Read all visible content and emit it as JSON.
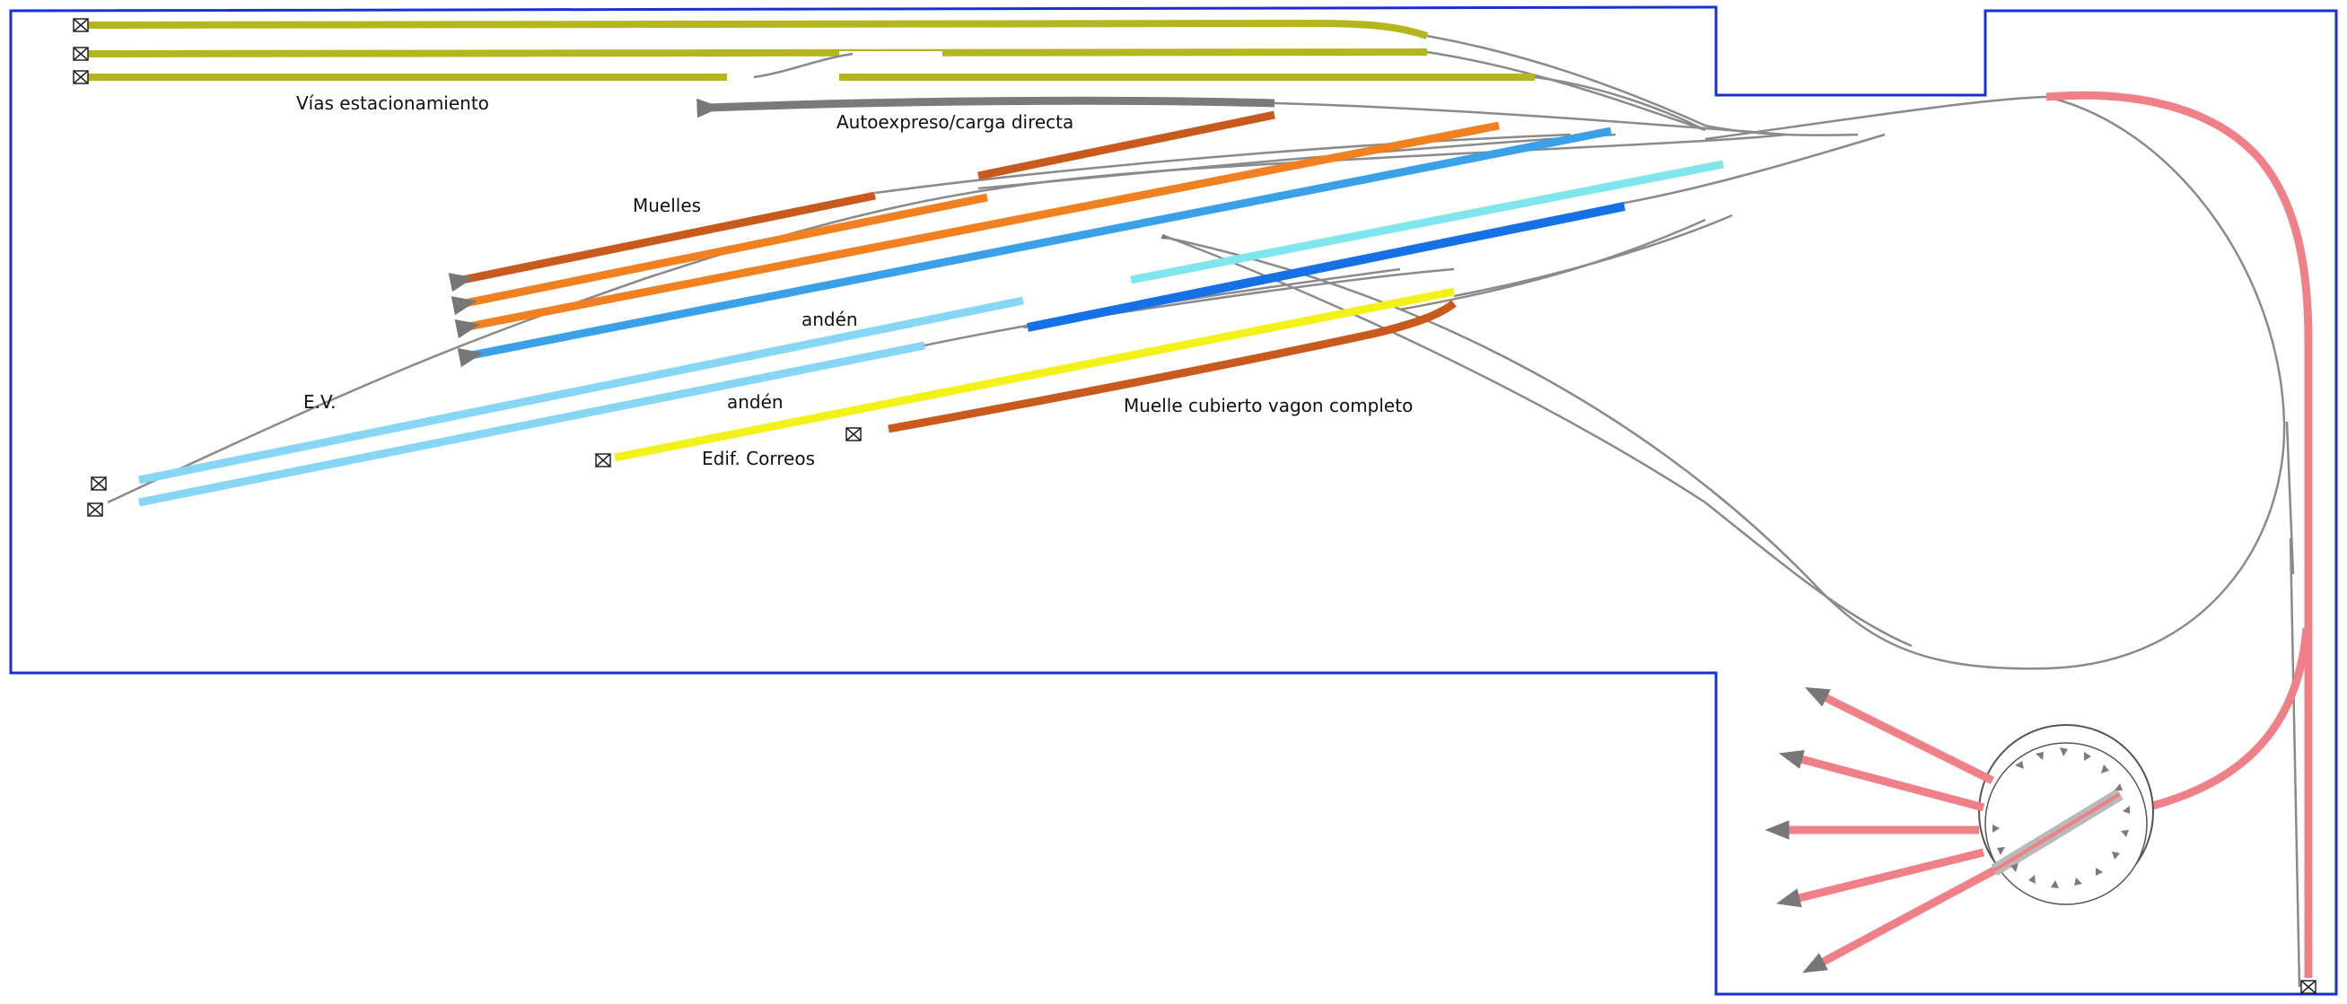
{
  "labels": {
    "parking_tracks": "Vías estacionamiento",
    "autoexpress": "Autoexpreso/carga directa",
    "docks": "Muelles",
    "platform_upper": "andén",
    "platform_lower": "andén",
    "ev": "E.V.",
    "covered_dock": "Muelle cubierto vagon completo",
    "post_office": "Edif. Correos"
  },
  "colors": {
    "border": "#1a2fd0",
    "olive": "#b5b520",
    "grey": "#7a7a7a",
    "rust": "#c85a1e",
    "orange": "#f08020",
    "blue": "#3aa0e8",
    "darkblue": "#1670e6",
    "cyan": "#7fe6ee",
    "lightblue": "#86d6f4",
    "yellow": "#f2f21a",
    "pink": "#f08088",
    "track_plain": "#ffffff"
  },
  "icons": {
    "buffer_stop": "buffer-stop-icon",
    "track_end": "arrow-end-icon",
    "turntable": "turntable-icon"
  }
}
